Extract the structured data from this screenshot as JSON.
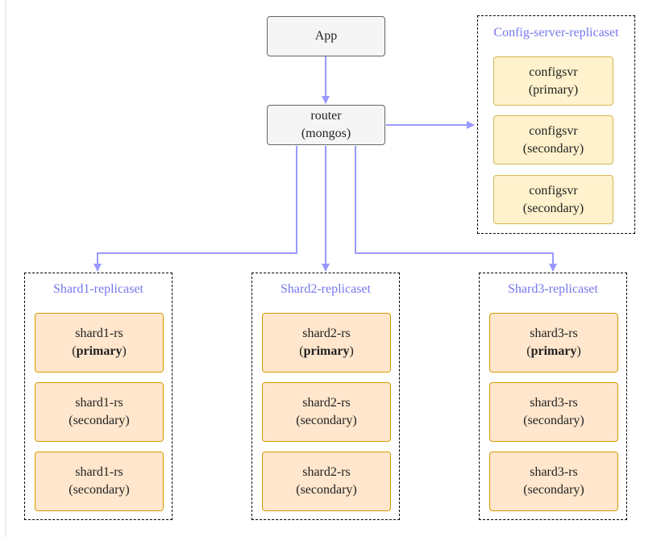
{
  "app": {
    "label": "App"
  },
  "router": {
    "line1": "router",
    "line2": "(mongos)"
  },
  "config": {
    "title": "Config-server-replicaset",
    "nodes": [
      {
        "line1": "configsvr",
        "line2": "(primary)"
      },
      {
        "line1": "configsvr",
        "line2": "(secondary)"
      },
      {
        "line1": "configsvr",
        "line2": "(secondary)"
      }
    ]
  },
  "shards": [
    {
      "title": "Shard1-replicaset",
      "nodes": [
        {
          "line1": "shard1-rs",
          "open": "(",
          "bold": "primary",
          "close": ")"
        },
        {
          "line1": "shard1-rs",
          "line2": "(secondary)"
        },
        {
          "line1": "shard1-rs",
          "line2": "(secondary)"
        }
      ]
    },
    {
      "title": "Shard2-replicaset",
      "nodes": [
        {
          "line1": "shard2-rs",
          "open": "(",
          "bold": "primary",
          "close": ")"
        },
        {
          "line1": "shard2-rs",
          "line2": "(secondary)"
        },
        {
          "line1": "shard2-rs",
          "line2": "(secondary)"
        }
      ]
    },
    {
      "title": "Shard3-replicaset",
      "nodes": [
        {
          "line1": "shard3-rs",
          "open": "(",
          "bold": "primary",
          "close": ")"
        },
        {
          "line1": "shard3-rs",
          "line2": "(secondary)"
        },
        {
          "line1": "shard3-rs",
          "line2": "(secondary)"
        }
      ]
    }
  ],
  "colors": {
    "connector": "#9999ff",
    "group_title": "#7777ee",
    "gray_fill": "#f5f5f5",
    "config_fill": "#fff2cc",
    "shard_fill": "#ffe6cc"
  }
}
